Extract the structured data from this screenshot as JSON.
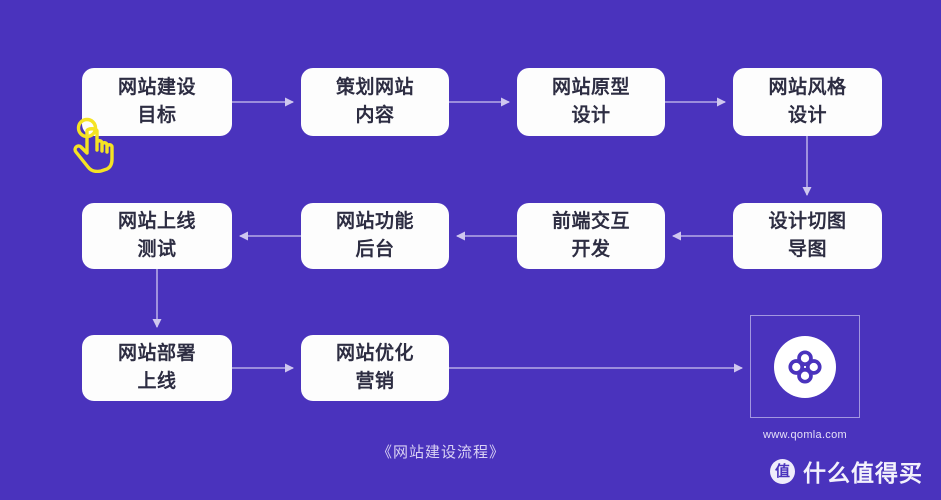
{
  "diagram": {
    "title": "《网站建设流程》",
    "background_color": "#4a33bd",
    "node_fill": "#fdfdfd",
    "node_text_color": "#2d2d42",
    "edge_color": "#b6abe6",
    "cursor_color": "#f5e323",
    "nodes": [
      {
        "id": "n1",
        "label": "网站建设\n目标"
      },
      {
        "id": "n2",
        "label": "策划网站\n内容"
      },
      {
        "id": "n3",
        "label": "网站原型\n设计"
      },
      {
        "id": "n4",
        "label": "网站风格\n设计"
      },
      {
        "id": "n5",
        "label": "设计切图\n导图"
      },
      {
        "id": "n6",
        "label": "前端交互\n开发"
      },
      {
        "id": "n7",
        "label": "网站功能\n后台"
      },
      {
        "id": "n8",
        "label": "网站上线\n测试"
      },
      {
        "id": "n9",
        "label": "网站部署\n上线"
      },
      {
        "id": "n10",
        "label": "网站优化\n营销"
      }
    ],
    "edges": [
      {
        "from": "n1",
        "to": "n2",
        "direction": "right"
      },
      {
        "from": "n2",
        "to": "n3",
        "direction": "right"
      },
      {
        "from": "n3",
        "to": "n4",
        "direction": "right"
      },
      {
        "from": "n4",
        "to": "n5",
        "direction": "down"
      },
      {
        "from": "n5",
        "to": "n6",
        "direction": "left"
      },
      {
        "from": "n6",
        "to": "n7",
        "direction": "left"
      },
      {
        "from": "n7",
        "to": "n8",
        "direction": "left"
      },
      {
        "from": "n8",
        "to": "n9",
        "direction": "down"
      },
      {
        "from": "n9",
        "to": "n10",
        "direction": "right"
      },
      {
        "from": "n10",
        "to": "logo",
        "direction": "right"
      }
    ]
  },
  "logo": {
    "url": "www.qomla.com",
    "icon": "clover-knot-logo"
  },
  "cursor": {
    "icon": "tap-hand-cursor"
  },
  "watermark": {
    "badge": "值",
    "text": "什么值得买"
  }
}
